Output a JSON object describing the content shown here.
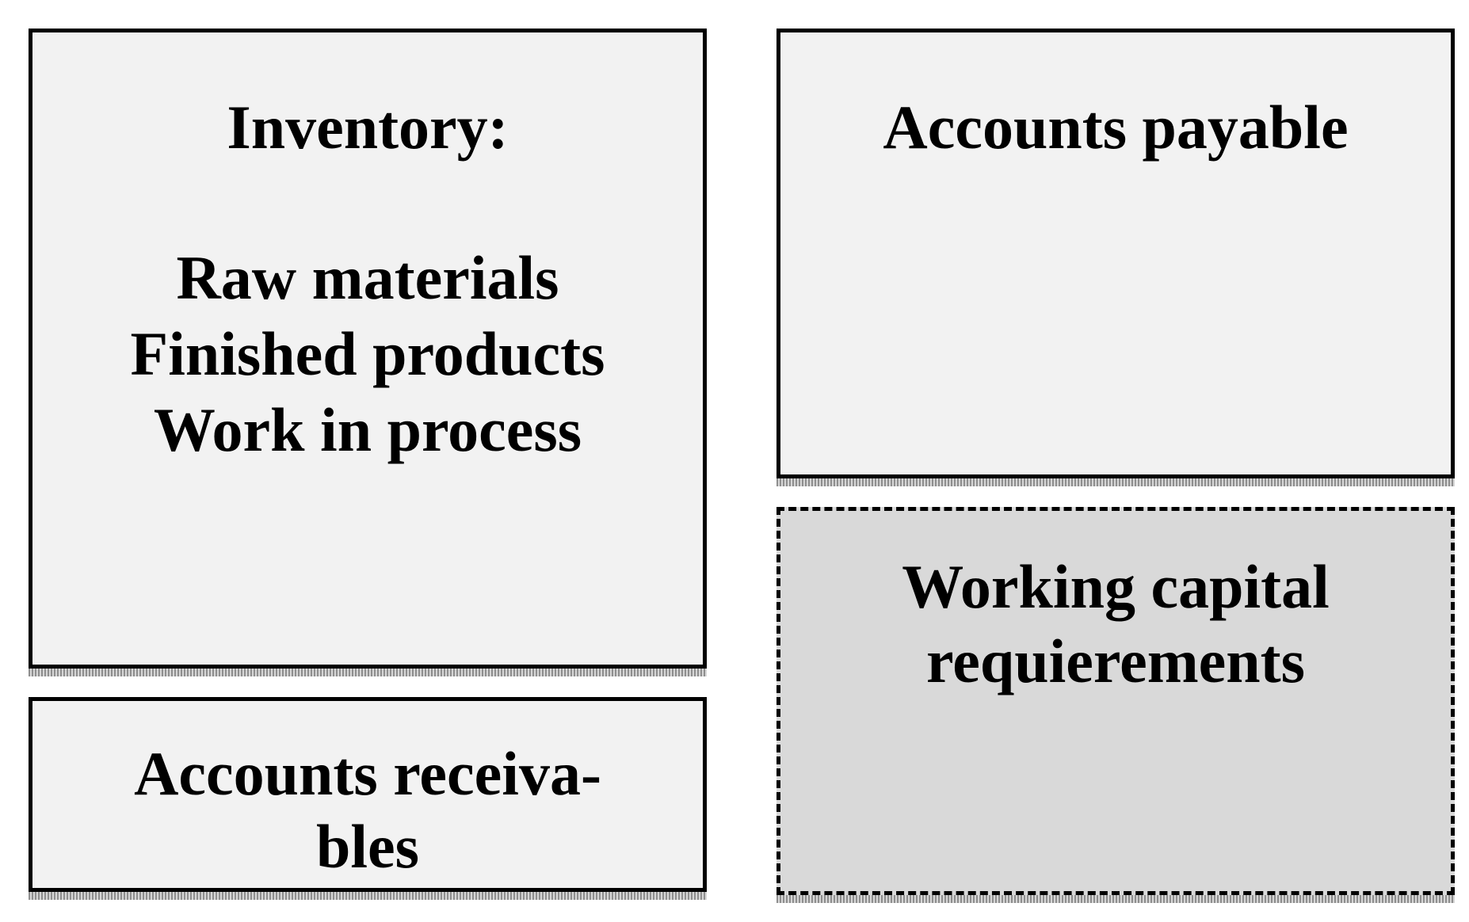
{
  "diagram": {
    "inventory": {
      "title": "Inventory:",
      "items": [
        "Raw materials",
        "Finished products",
        "Work in process"
      ]
    },
    "accounts_receivables": {
      "line1": "Accounts receiva-",
      "line2": "bles"
    },
    "accounts_payable": {
      "title": "Accounts payable"
    },
    "working_capital": {
      "line1": "Working capital",
      "line2": "requierements"
    }
  },
  "colors": {
    "box_fill": "#f2f2f2",
    "dashed_box_fill": "#d9d9d9",
    "border": "#000000"
  }
}
